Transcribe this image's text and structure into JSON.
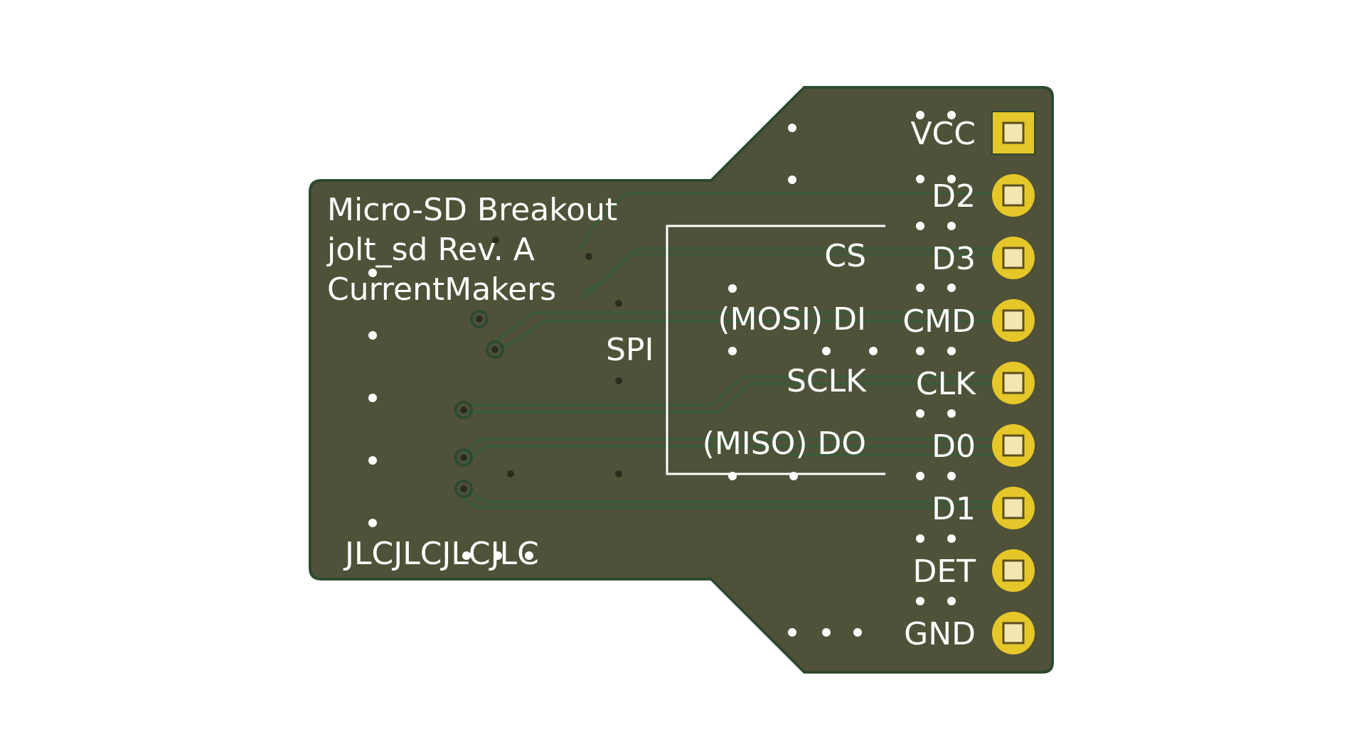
{
  "colors": {
    "background": "#ffffff",
    "board": "#4f5138",
    "board_edge": "#2c4a2f",
    "trace": "#3c5a3a",
    "pad": "#e6c72a",
    "pad_hole": "#f3e6b0",
    "silkscreen": "#ffffff",
    "via": "#2a2d1c"
  },
  "board": {
    "title_lines": [
      "Micro-SD Breakout",
      "jolt_sd Rev. A",
      "CurrentMakers"
    ],
    "spi_group_label": "SPI",
    "spi_signals": [
      "CS",
      "(MOSI) DI",
      "SCLK",
      "(MISO) DO"
    ],
    "fab_marking": "JLCJLCJLCJLC"
  },
  "header": {
    "pins": [
      {
        "label": "VCC",
        "pad_shape": "square"
      },
      {
        "label": "D2",
        "pad_shape": "round"
      },
      {
        "label": "D3",
        "pad_shape": "round"
      },
      {
        "label": "CMD",
        "pad_shape": "round"
      },
      {
        "label": "CLK",
        "pad_shape": "round"
      },
      {
        "label": "D0",
        "pad_shape": "round"
      },
      {
        "label": "D1",
        "pad_shape": "round"
      },
      {
        "label": "DET",
        "pad_shape": "round"
      },
      {
        "label": "GND",
        "pad_shape": "round"
      }
    ]
  }
}
